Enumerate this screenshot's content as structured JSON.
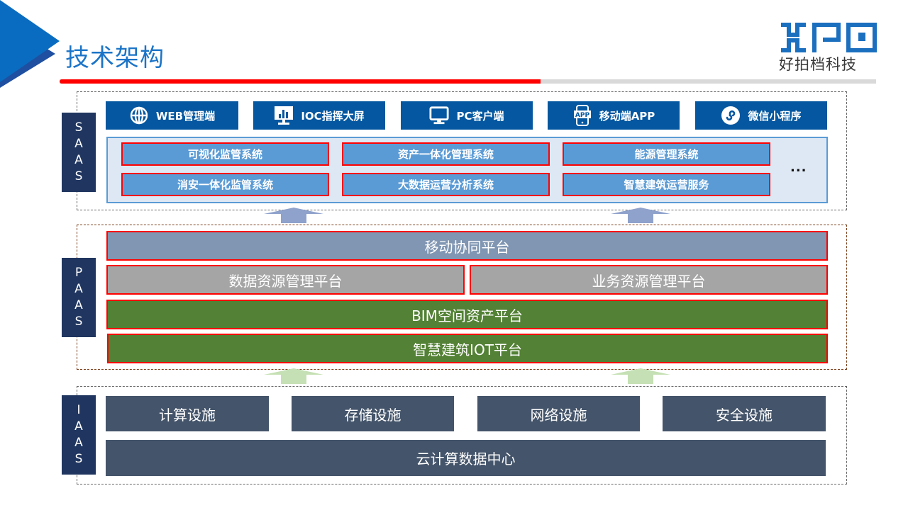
{
  "header": {
    "title": "技术架构",
    "logo": {
      "mark": "XPD",
      "company": "好拍档科技"
    },
    "colors": {
      "title": "#1b74c7",
      "accent_red": "#ff0000",
      "rule_gray": "#d9d9d9",
      "brand_blue": "#1b74c7"
    }
  },
  "saas": {
    "label": [
      "S",
      "A",
      "A",
      "S"
    ],
    "clients": [
      {
        "icon": "globe-icon",
        "label": "WEB管理端"
      },
      {
        "icon": "dashboard-screen-icon",
        "label": "IOC指挥大屏"
      },
      {
        "icon": "monitor-icon",
        "label": "PC客户端"
      },
      {
        "icon": "mobile-app-icon",
        "label": "移动端APP"
      },
      {
        "icon": "mini-program-icon",
        "label": "微信小程序"
      }
    ],
    "systems": [
      "可视化监管系统",
      "资产一体化管理系统",
      "能源管理系统",
      "消安一体化监管系统",
      "大数据运营分析系统",
      "智慧建筑运营服务"
    ],
    "more": "..."
  },
  "paas": {
    "label": [
      "P",
      "A",
      "A",
      "S"
    ],
    "mobile_platform": "移动协同平台",
    "data_platform": "数据资源管理平台",
    "business_platform": "业务资源管理平台",
    "bim_platform": "BIM空间资产平台",
    "iot_platform": "智慧建筑IOT平台"
  },
  "iaas": {
    "label": [
      "I",
      "A",
      "A",
      "S"
    ],
    "facilities": [
      "计算设施",
      "存储设施",
      "网络设施",
      "安全设施"
    ],
    "datacenter": "云计算数据中心"
  }
}
